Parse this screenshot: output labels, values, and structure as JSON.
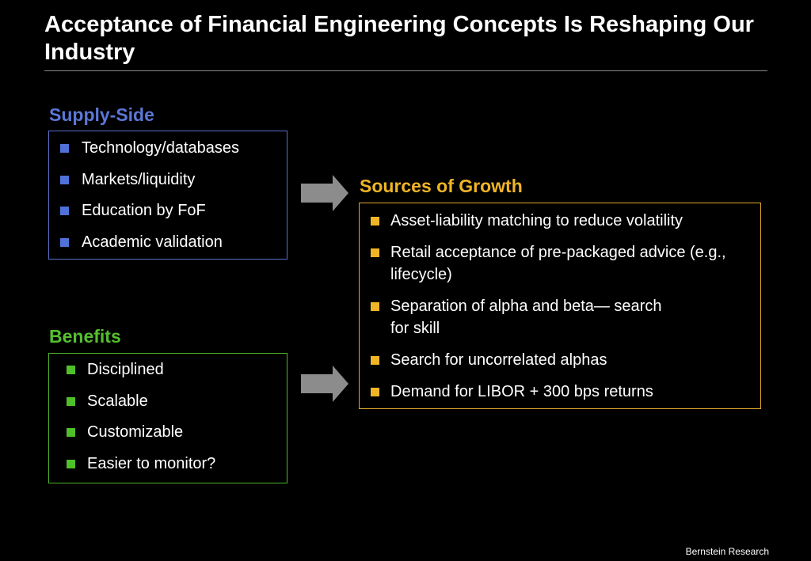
{
  "slide": {
    "title": "Acceptance of Financial Engineering Concepts Is Reshaping Our Industry",
    "footer": "Bernstein Research"
  },
  "supply_side": {
    "heading": "Supply-Side",
    "color": "#5b77d6",
    "items": [
      "Technology/databases",
      "Markets/liquidity",
      "Education by FoF",
      "Academic validation"
    ]
  },
  "benefits": {
    "heading": "Benefits",
    "color": "#54bf2e",
    "items": [
      "Disciplined",
      "Scalable",
      "Customizable",
      "Easier to monitor?"
    ]
  },
  "sources_of_growth": {
    "heading": "Sources of Growth",
    "color": "#f0b526",
    "items": [
      "Asset-liability matching to reduce volatility",
      "Retail acceptance of pre-packaged advice (e.g., lifecycle)",
      "Separation of alpha and beta— search for skill",
      "Search for uncorrelated alphas",
      "Demand for LIBOR + 300 bps returns"
    ]
  },
  "arrows": {
    "icon": "right-arrow-icon",
    "color": "#8c8c8c"
  }
}
